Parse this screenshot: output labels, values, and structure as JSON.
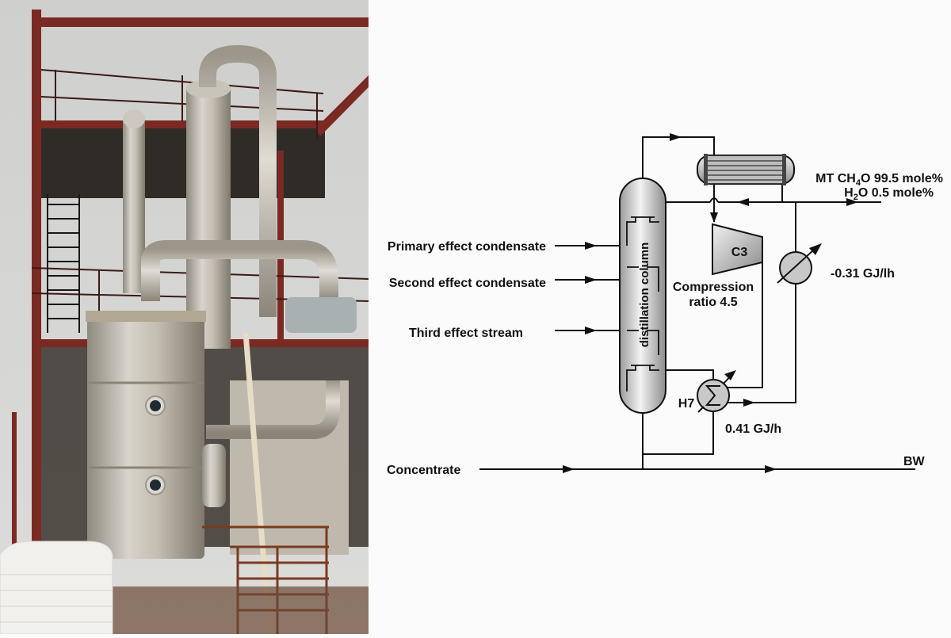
{
  "photo": {
    "description": "Multiple effect evaporator plant with distillation column, stainless steel vessels and red steel structure",
    "caption": ""
  },
  "diagram": {
    "inlets": [
      {
        "label": "Primary effect condensate"
      },
      {
        "label": "Second effect condensate"
      },
      {
        "label": "Third effect stream"
      }
    ],
    "column_label": "distillation column",
    "compressor": {
      "id": "C3",
      "label_line1": "Compression",
      "label_line2": "ratio 4.5"
    },
    "cooler": {
      "duty": "-0.31 GJ/lh"
    },
    "reboiler": {
      "id": "H7",
      "duty": "0.41 GJ/h"
    },
    "product": {
      "line1_prefix": "MT CH",
      "line1_sub": "4",
      "line1_suffix": "O 99.5 mole%",
      "line2_prefix": "H",
      "line2_sub": "2",
      "line2_suffix": "O 0.5 mole%"
    },
    "feed_label": "Concentrate",
    "bottoms_label": "BW"
  },
  "colors": {
    "line": "#111111",
    "equipment_fill": "#c8c8c8",
    "structure_red": "#7a2a22",
    "steel": "#bdb8ae",
    "sky": "#d6d6d4"
  }
}
